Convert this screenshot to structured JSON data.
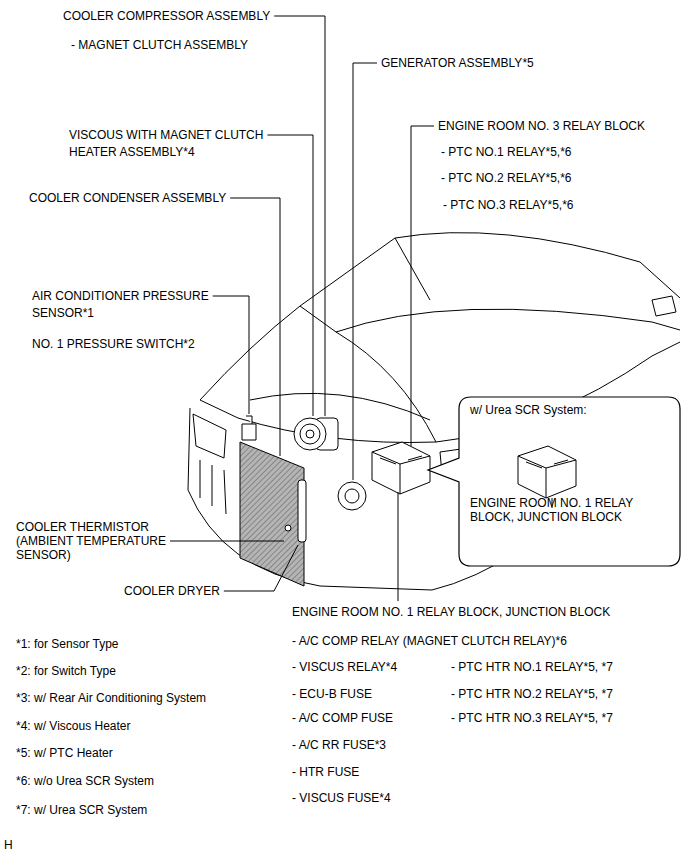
{
  "diagram": {
    "nodes": [
      {
        "text": [
          "w/ Urea SCR System:",
          "ENGINE ROOM NO. 1 RELAY BLOCK, JUNCTION BLOCK"
        ]
      }
    ],
    "labels": [
      "COOLER COMPRESSOR ASSEMBLY",
      "- MAGNET CLUTCH ASSEMBLY",
      "GENERATOR ASSEMBLY*5",
      "ENGINE ROOM NO. 3 RELAY BLOCK",
      "- PTC NO.1 RELAY*5,*6",
      "- PTC NO.2 RELAY*5,*6",
      "- PTC NO.3 RELAY*5,*6",
      "VISCOUS WITH MAGNET CLUTCH HEATER ASSEMBLY*4",
      "COOLER CONDENSER ASSEMBLY",
      "AIR CONDITIONER PRESSURE SENSOR*1",
      "NO. 1 PRESSURE SWITCH*2",
      "COOLER THERMISTOR (AMBIENT TEMPERATURE SENSOR)",
      "COOLER DRYER",
      "ENGINE ROOM NO. 1 RELAY BLOCK, JUNCTION BLOCK",
      "- A/C COMP RELAY (MAGNET CLUTCH RELAY)*6",
      "- VISCUS RELAY*4",
      "- ECU-B FUSE",
      "- A/C COMP FUSE",
      "- A/C RR FUSE*3",
      "- HTR FUSE",
      "- VISCUS FUSE*4",
      "- PTC HTR NO.1 RELAY*5, *7",
      "- PTC HTR NO.2 RELAY*5, *7",
      "- PTC HTR NO.3 RELAY*5, *7",
      "*1: for Sensor Type",
      "*2: for Switch Type",
      "*3: w/ Rear Air Conditioning System",
      "*4: w/ Viscous Heater",
      "*5: w/ PTC Heater",
      "*6: w/o Urea SCR System",
      "*7: w/ Urea SCR System",
      "H"
    ]
  }
}
